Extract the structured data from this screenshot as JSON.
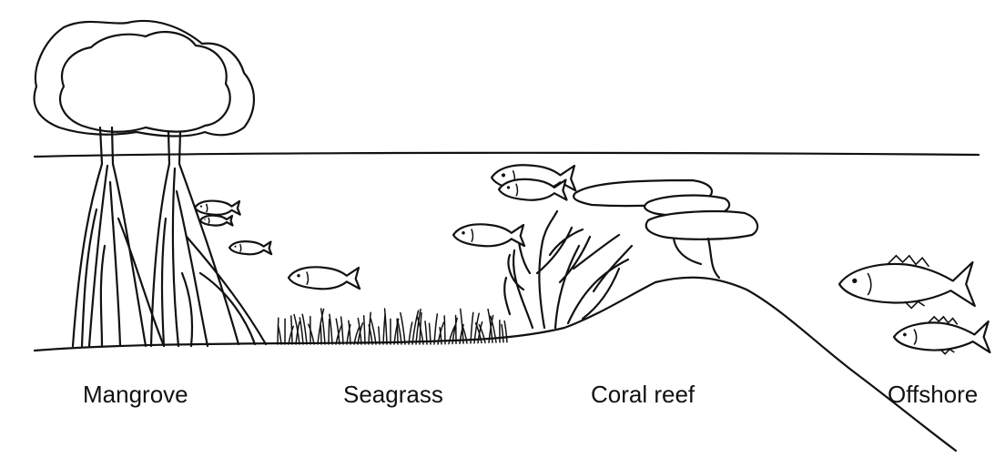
{
  "labels": {
    "mangrove": "Mangrove",
    "seagrass": "Seagrass",
    "coral_reef": "Coral reef",
    "offshore": "Offshore"
  },
  "colors": {
    "ink": "#111111",
    "background": "#ffffff"
  }
}
